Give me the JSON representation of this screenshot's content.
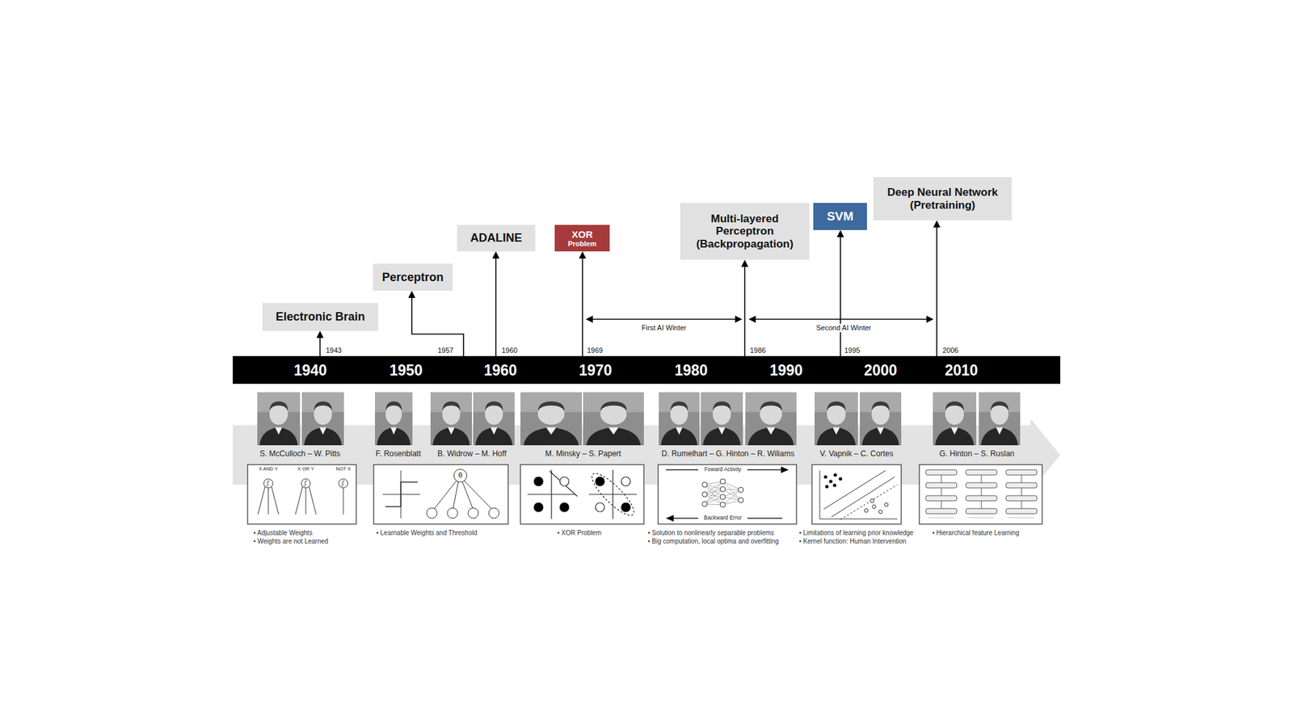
{
  "diagram": {
    "nodes": [
      {
        "text": [
          "Electronic Brain"
        ]
      },
      {
        "text": [
          "Perceptron"
        ]
      },
      {
        "text": [
          "ADALINE"
        ]
      },
      {
        "text": [
          "XOR",
          "Problem"
        ]
      },
      {
        "text": [
          "Multi-layered Perceptron (Backpropagation)"
        ]
      },
      {
        "text": [
          "SVM"
        ]
      },
      {
        "text": [
          "Deep Neural Network (Pretraining)"
        ]
      },
      {
        "text": [
          "1940",
          "1950",
          "1960",
          "1970",
          "1980",
          "1990",
          "2000",
          "2010"
        ]
      }
    ],
    "edges": [
      {
        "from": 7,
        "to": 0,
        "arrow": "to"
      },
      {
        "from": 7,
        "to": 1,
        "arrow": "to"
      },
      {
        "from": 7,
        "to": 2,
        "arrow": "to"
      },
      {
        "from": 7,
        "to": 3,
        "arrow": "to"
      },
      {
        "from": 7,
        "to": 4,
        "arrow": "to"
      },
      {
        "from": 7,
        "to": 5,
        "arrow": "to"
      },
      {
        "from": 7,
        "to": 6,
        "arrow": "to"
      }
    ],
    "labels": [
      "1943",
      "1957",
      "1960",
      "1969",
      "1986",
      "1995",
      "2006",
      "First AI Winter",
      "Second AI Winter",
      "S. McCulloch – W. Pitts",
      "F. Rosenblatt",
      "B. Widrow – M. Hoff",
      "M. Minsky – S. Papert",
      "D. Rumelhart – G. Hinton – R. Wiliams",
      "V. Vapnik – C. Cortes",
      "G. Hinton – S. Ruslan",
      "• Adjustable Weights",
      "• Weights are not Learned",
      "• Learnable Weights and Threshold",
      "• XOR Problem",
      "• Solution to nonlinearly separable problems",
      "• Big computation, local optima and overfitting",
      "• Limitations of learning prior knowledge",
      "• Kernel function: Human Intervention",
      "• Hierarchical feature Learning",
      "X AND Y",
      "X OR Y",
      "NOT X",
      "θ",
      "Foward Activity",
      "Backward Error"
    ]
  }
}
